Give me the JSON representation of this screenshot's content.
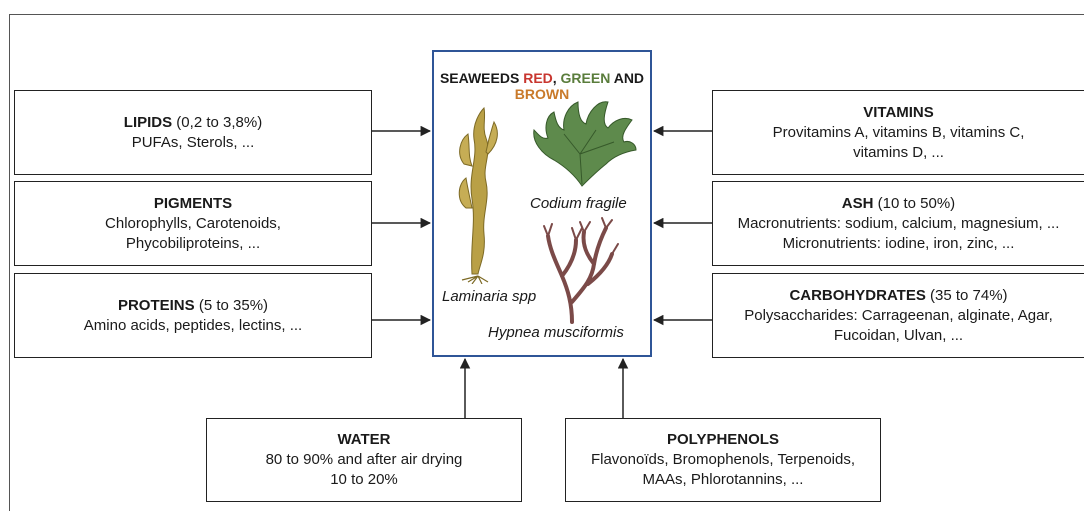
{
  "center": {
    "title_prefix": "SEAWEEDS ",
    "title_red": "RED",
    "title_sep": ", ",
    "title_green": "GREEN",
    "title_and": " AND ",
    "title_brown": "BROWN",
    "species": [
      "Codium fragile",
      "Laminaria spp",
      "Hypnea musciformis"
    ],
    "colors": {
      "red": "#c8362f",
      "green": "#5a7d3c",
      "brown": "#c97a2a",
      "border": "#2f5597"
    }
  },
  "boxes": {
    "lipids": {
      "title": "LIPIDS",
      "range": " (0,2 to 3,8%)",
      "lines": [
        "PUFAs, Sterols, ..."
      ]
    },
    "pigments": {
      "title": "PIGMENTS",
      "range": "",
      "lines": [
        "Chlorophylls, Carotenoids,",
        "Phycobiliproteins, ..."
      ]
    },
    "proteins": {
      "title": "PROTEINS",
      "range": " (5 to 35%)",
      "lines": [
        "Amino acids, peptides, lectins, ..."
      ]
    },
    "vitamins": {
      "title": "VITAMINS",
      "range": "",
      "lines": [
        "Provitamins A, vitamins B, vitamins C,",
        "vitamins D, ..."
      ]
    },
    "ash": {
      "title": "ASH",
      "range": " (10 to 50%)",
      "lines": [
        "Macronutrients: sodium, calcium, magnesium, ...",
        "Micronutrients: iodine, iron, zinc, ..."
      ]
    },
    "carbohydrates": {
      "title": "CARBOHYDRATES",
      "range": " (35 to 74%)",
      "lines": [
        "Polysaccharides: Carrageenan, alginate, Agar,",
        "Fucoidan, Ulvan, ..."
      ]
    },
    "water": {
      "title": "WATER",
      "range": "",
      "lines": [
        "80 to 90% and after air drying",
        "10 to 20%"
      ]
    },
    "polyphenols": {
      "title": "POLYPHENOLS",
      "range": "",
      "lines": [
        "Flavonoïds, Bromophenols, Terpenoids,",
        "MAAs, Phlorotannins, ..."
      ]
    }
  }
}
